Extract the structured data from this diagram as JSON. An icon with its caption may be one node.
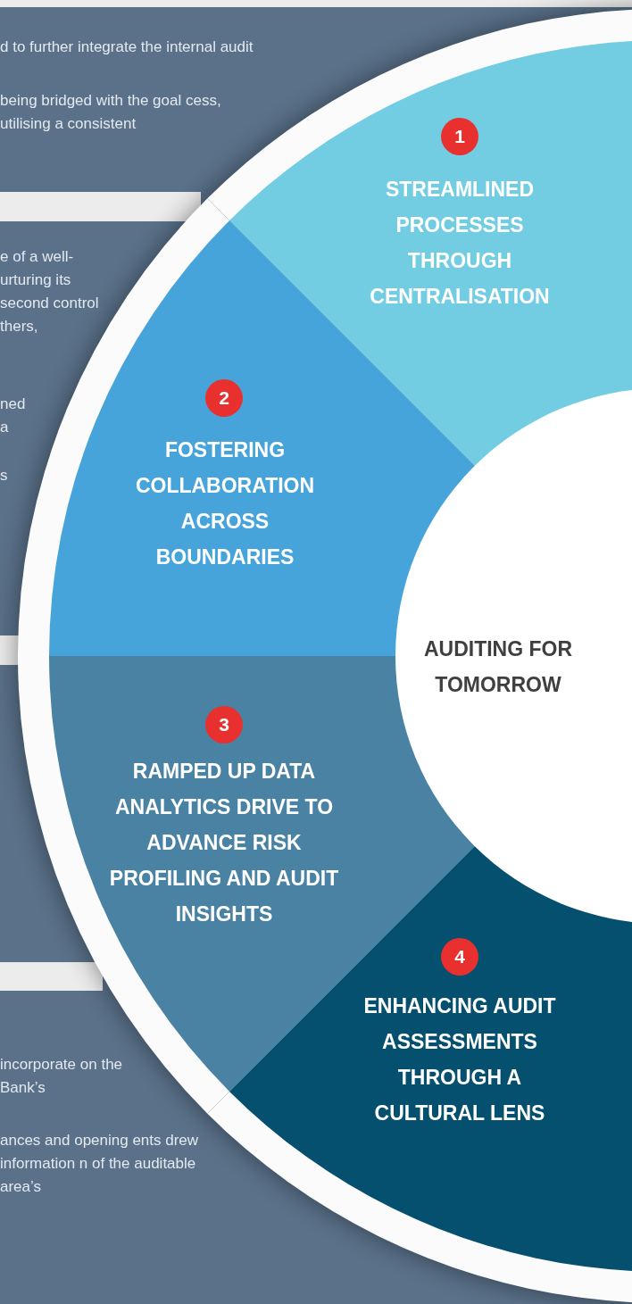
{
  "diagram": {
    "nodes": [
      {
        "text": [
          "STREAMLINED PROCESSES THROUGH CENTRALISATION"
        ]
      },
      {
        "text": [
          "1"
        ],
        "in": 0
      },
      {
        "text": [
          "FOSTERING COLLABORATION ACROSS BOUNDARIES"
        ]
      },
      {
        "text": [
          "2"
        ],
        "in": 2
      },
      {
        "text": [
          "RAMPED UP DATA ANALYTICS DRIVE TO ADVANCE RISK PROFILING AND AUDIT INSIGHTS"
        ]
      },
      {
        "text": [
          "3"
        ],
        "in": 4
      },
      {
        "text": [
          "ENHANCING AUDIT ASSESSMENTS THROUGH A CULTURAL LENS"
        ]
      },
      {
        "text": [
          "4"
        ],
        "in": 6
      },
      {
        "text": [
          "AUDITING FOR TOMORROW"
        ]
      }
    ],
    "labels": [
      "d to further integrate the internal audit",
      "being bridged with the goal cess, utilising a consistent",
      "e of a well- urturing its second control thers,",
      "ned a",
      "s",
      "incorporate on the Bank’s",
      "ances and opening ents drew information n of the auditable area’s"
    ]
  }
}
